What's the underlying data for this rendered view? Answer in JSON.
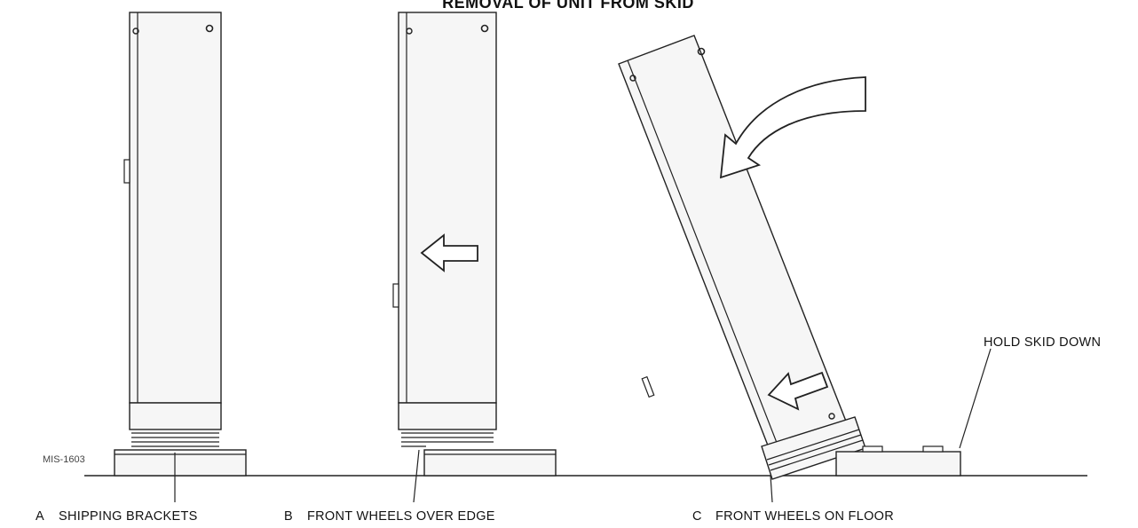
{
  "figure": {
    "heading": "REMOVAL OF UNIT FROM SKID",
    "figure_id": "MIS-1603",
    "callout_right": "HOLD SKID DOWN",
    "captions": {
      "a": {
        "letter": "A",
        "text": "SHIPPING BRACKETS"
      },
      "b": {
        "letter": "B",
        "text": "FRONT WHEELS OVER EDGE"
      },
      "c": {
        "letter": "C",
        "text": "FRONT WHEELS ON FLOOR"
      }
    }
  }
}
